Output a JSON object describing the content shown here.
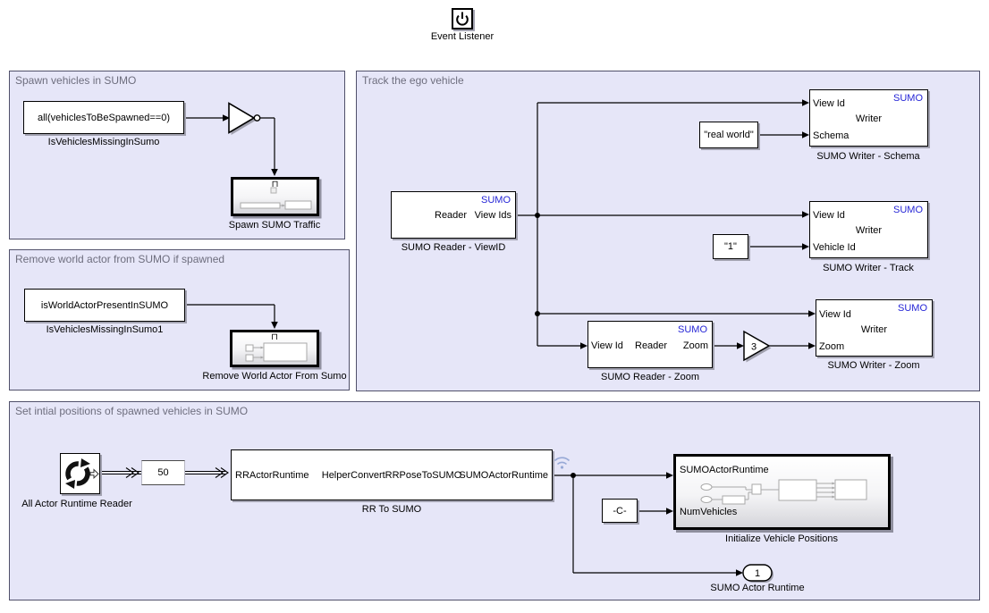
{
  "colors": {
    "sumo_badge_blue": "#2424d6",
    "area_background": "#e6e6f8",
    "area_border": "#50506a",
    "wire": "#000000",
    "log_badge_blue": "#97a9d6"
  },
  "event_listener": {
    "label": "Event Listener"
  },
  "areas": {
    "spawn": {
      "title": "Spawn vehicles in SUMO"
    },
    "remove": {
      "title": "Remove world actor from SUMO if spawned"
    },
    "track": {
      "title": "Track the ego vehicle"
    },
    "init": {
      "title": "Set intial positions of spawned vehicles in SUMO"
    }
  },
  "blocks": {
    "is_vehicles_missing": {
      "text": "all(vehiclesToBeSpawned==0)",
      "label": "IsVehiclesMissingInSumo"
    },
    "spawn_traffic": {
      "label": "Spawn SUMO Traffic",
      "trigger": "⊓"
    },
    "is_world_actor": {
      "text": "isWorldActorPresentInSUMO",
      "label": "IsVehiclesMissingInSumo1"
    },
    "remove_world_actor": {
      "label": "Remove World Actor From Sumo",
      "trigger": "⊓"
    },
    "reader_viewid": {
      "badge": "SUMO",
      "center": "Reader",
      "out": "View Ids",
      "label": "SUMO Reader - ViewID"
    },
    "writer_schema": {
      "badge": "SUMO",
      "in1": "View Id",
      "center": "Writer",
      "in2": "Schema",
      "label": "SUMO Writer - Schema"
    },
    "const_real_world": {
      "text": "\"real world\""
    },
    "writer_track": {
      "badge": "SUMO",
      "in1": "View Id",
      "center": "Writer",
      "in2": "Vehicle Id",
      "label": "SUMO Writer - Track"
    },
    "const_one": {
      "text": "\"1\""
    },
    "reader_zoom": {
      "badge": "SUMO",
      "in1": "View Id",
      "center": "Reader",
      "out": "Zoom",
      "label": "SUMO Reader - Zoom"
    },
    "gain": {
      "value": "3"
    },
    "writer_zoom": {
      "badge": "SUMO",
      "in1": "View Id",
      "center": "Writer",
      "in2": "Zoom",
      "label": "SUMO Writer - Zoom"
    },
    "actor_reader": {
      "label": "All Actor Runtime Reader"
    },
    "rate": {
      "value": "50"
    },
    "rr_to_sumo": {
      "in": "RRActorRuntime",
      "center": "HelperConvertRRPoseToSUMO",
      "out": "SUMOActorRuntime",
      "label": "RR To SUMO"
    },
    "const_c": {
      "text": "-C-"
    },
    "init_positions": {
      "in1": "SUMOActorRuntime",
      "in2": "NumVehicles",
      "label": "Initialize Vehicle Positions"
    },
    "outport": {
      "value": "1",
      "label": "SUMO Actor Runtime"
    }
  }
}
